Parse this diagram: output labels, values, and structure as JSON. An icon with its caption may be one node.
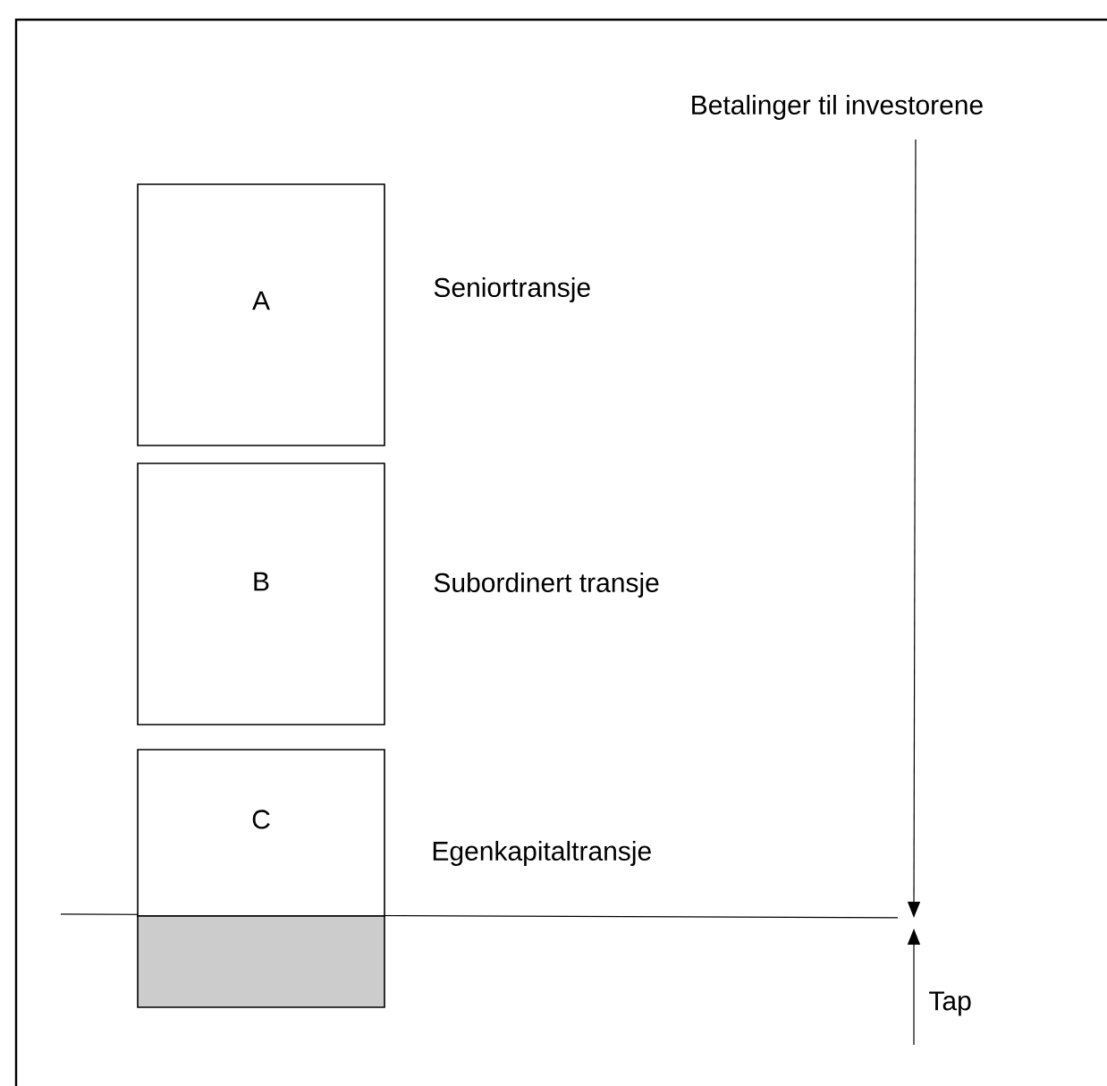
{
  "diagram": {
    "nodes": [
      {
        "text": [
          "A"
        ]
      },
      {
        "text": [
          "B"
        ]
      },
      {
        "text": [
          "C"
        ]
      },
      {
        "text": [],
        "shape": "box"
      }
    ],
    "labels": [
      "Betalinger til investorene",
      "Seniortransje",
      "Subordinert transje",
      "Egenkapitaltransje",
      "Tap"
    ]
  }
}
